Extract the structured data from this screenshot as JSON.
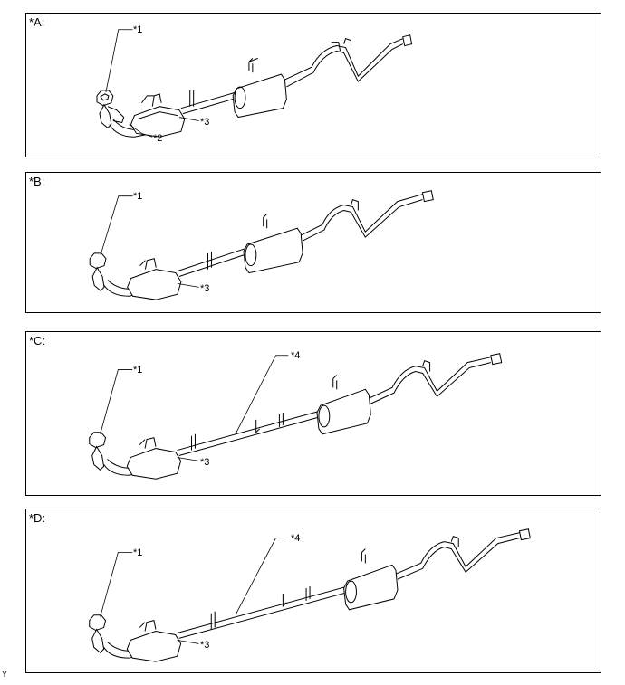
{
  "panels": [
    {
      "label": "*A:",
      "callouts": [
        "*1",
        "*2",
        "*3"
      ]
    },
    {
      "label": "*B:",
      "callouts": [
        "*1",
        "*3"
      ]
    },
    {
      "label": "*C:",
      "callouts": [
        "*1",
        "*4",
        "*3"
      ]
    },
    {
      "label": "*D:",
      "callouts": [
        "*1",
        "*4",
        "*3"
      ]
    }
  ],
  "figure_code": "Y"
}
